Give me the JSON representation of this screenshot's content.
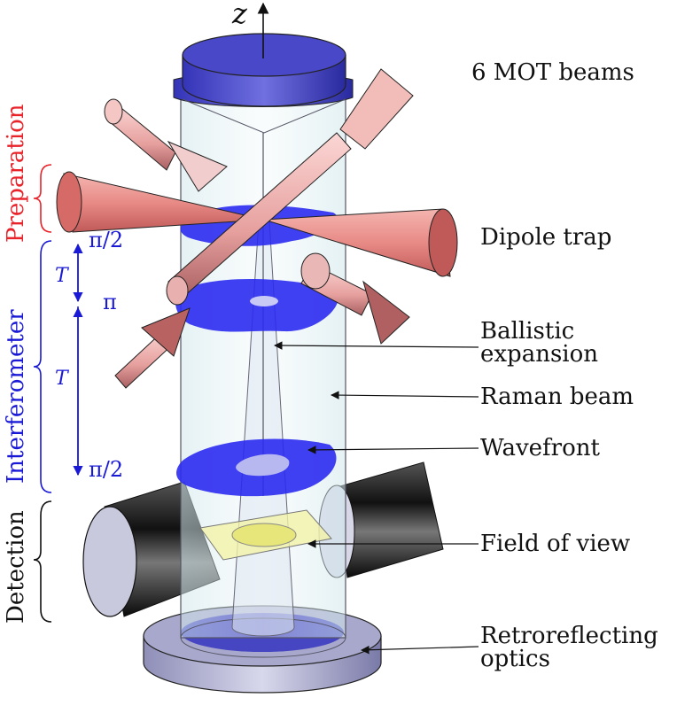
{
  "axis": {
    "label": "z"
  },
  "stages": {
    "preparation": "Preparation",
    "interferometer": "Interferometer",
    "detection": "Detection"
  },
  "pulses": {
    "first": "π/2",
    "middle": "π",
    "last": "π/2",
    "interval_1": "T",
    "interval_2": "T"
  },
  "labels": {
    "mot_beams": "6 MOT beams",
    "dipole_trap": "Dipole trap",
    "ballistic_1": "Ballistic",
    "ballistic_2": "expansion",
    "raman_beam": "Raman beam",
    "wavefront": "Wavefront",
    "field_of_view": "Field of view",
    "retro_1": "Retroreflecting",
    "retro_2": "optics"
  },
  "colors": {
    "preparation": "#e8232a",
    "interferometer": "#1a1ad6",
    "detection": "#111111",
    "wavefront": "#2b2bf0",
    "beam": "#f0a8a8"
  }
}
